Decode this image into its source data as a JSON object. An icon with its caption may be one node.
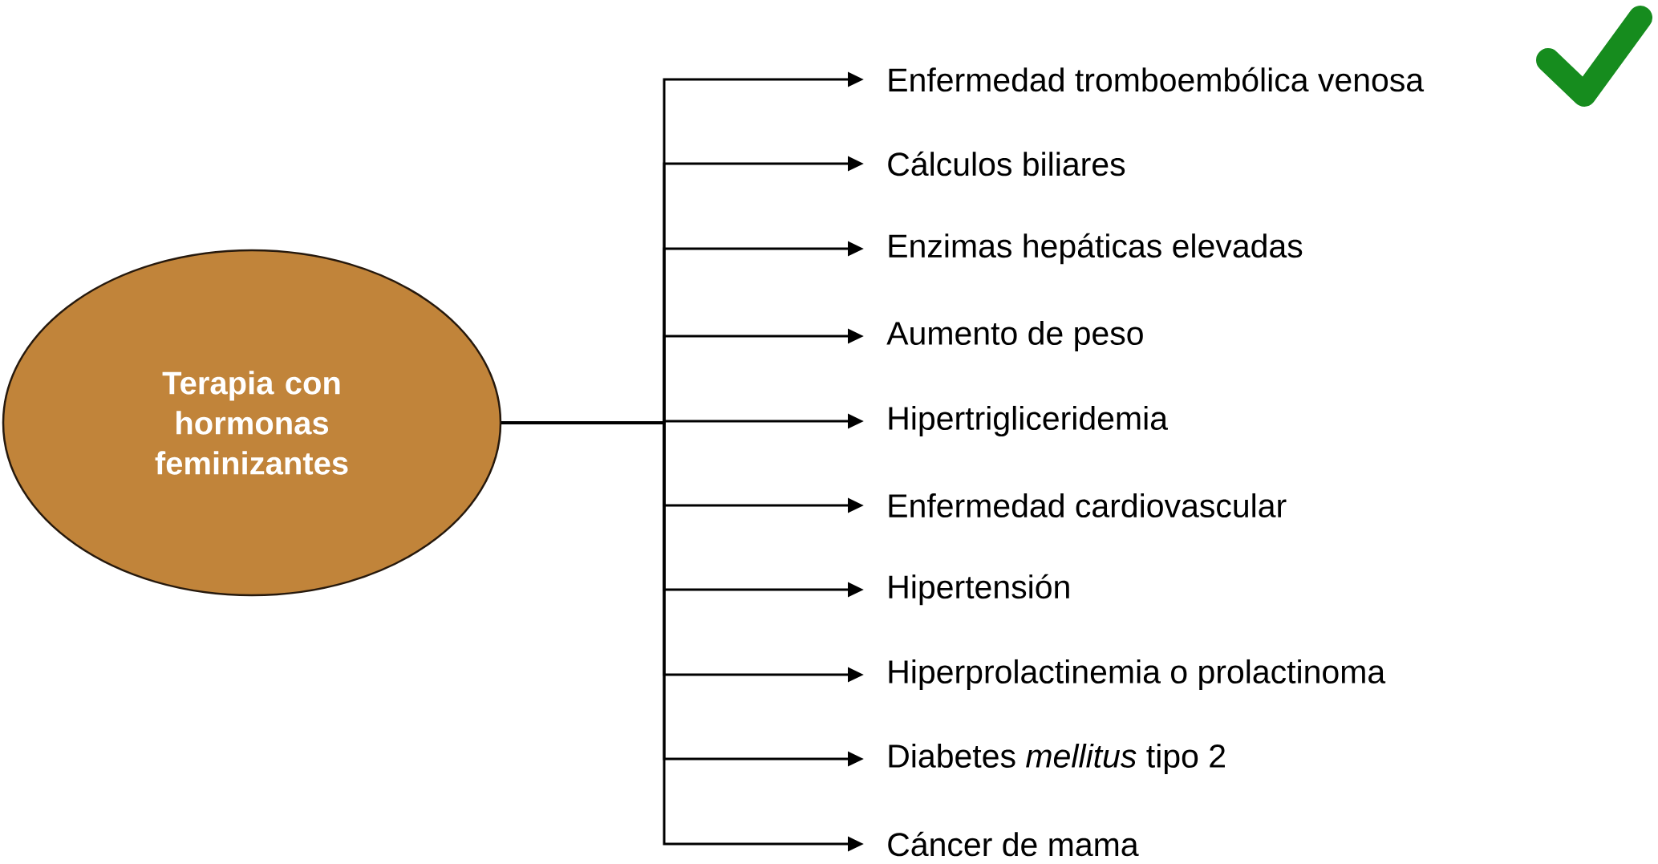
{
  "diagram": {
    "nodes": [
      {
        "text": [
          "Terapia con hormonas feminizantes"
        ]
      },
      {
        "text": [
          "Enfermedad tromboembólica venosa"
        ]
      },
      {
        "text": [
          "Cálculos biliares"
        ]
      },
      {
        "text": [
          "Enzimas hepáticas elevadas"
        ]
      },
      {
        "text": [
          "Aumento de peso"
        ]
      },
      {
        "text": [
          "Hipertrigliceridemia"
        ]
      },
      {
        "text": [
          "Enfermedad cardiovascular"
        ]
      },
      {
        "text": [
          "Hipertensión"
        ]
      },
      {
        "text": [
          "Hiperprolactinemia o prolactinoma"
        ]
      },
      {
        "text": [
          "Diabetes *mellitus* tipo 2"
        ]
      },
      {
        "text": [
          "Cáncer de mama"
        ]
      }
    ],
    "edges": [
      {
        "from": 0,
        "to": 1,
        "arrow": "to"
      },
      {
        "from": 0,
        "to": 2,
        "arrow": "to"
      },
      {
        "from": 0,
        "to": 3,
        "arrow": "to"
      },
      {
        "from": 0,
        "to": 4,
        "arrow": "to"
      },
      {
        "from": 0,
        "to": 5,
        "arrow": "to"
      },
      {
        "from": 0,
        "to": 6,
        "arrow": "to"
      },
      {
        "from": 0,
        "to": 7,
        "arrow": "to"
      },
      {
        "from": 0,
        "to": 8,
        "arrow": "to"
      },
      {
        "from": 0,
        "to": 9,
        "arrow": "to"
      },
      {
        "from": 0,
        "to": 10,
        "arrow": "to"
      }
    ]
  }
}
